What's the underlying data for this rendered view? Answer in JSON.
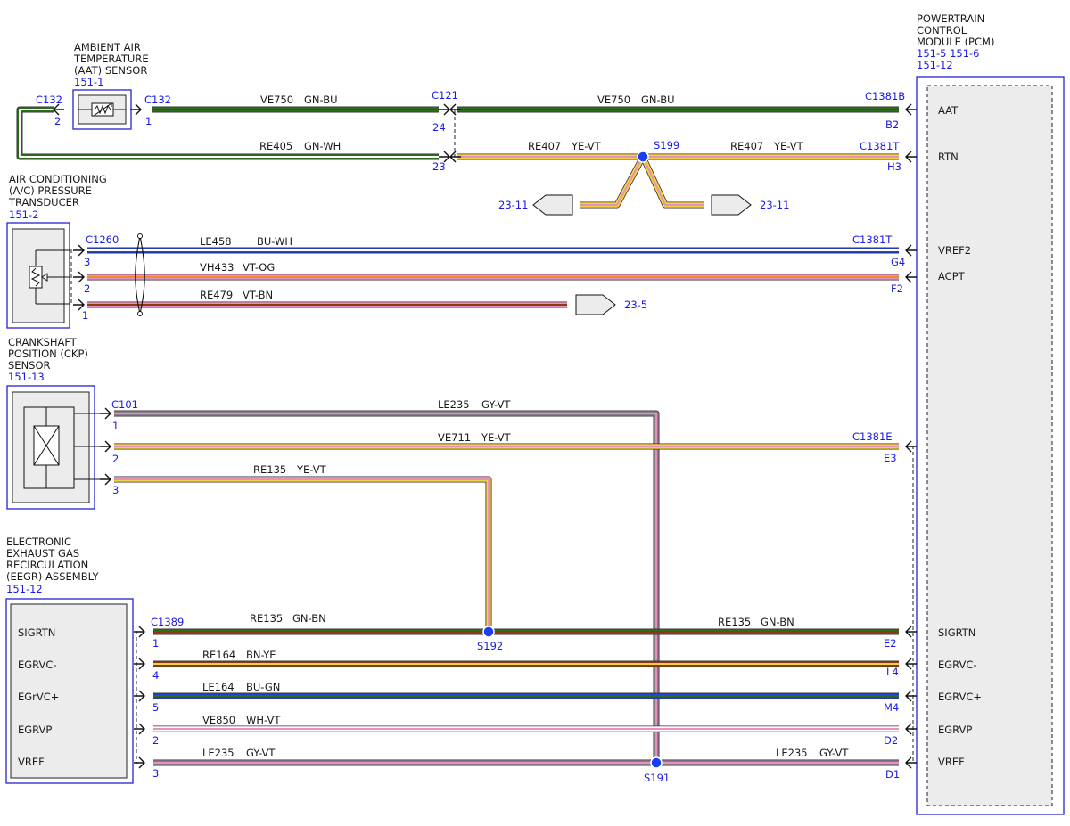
{
  "colors": {
    "GN": "#2e6b1e",
    "BU": "#1f3fd4",
    "WH": "#ffffff",
    "YE": "#f2d23c",
    "VT": "#e98ec0",
    "OG": "#f08a2a",
    "BN": "#8a3a10",
    "GY": "#8a7a8a",
    "label_blue": "#1a1ae6"
  },
  "components": {
    "aat": {
      "name": "AMBIENT AIR\nTEMPERATURE\n(AAT) SENSOR",
      "ref": "151-1",
      "icon": "thermistor-icon"
    },
    "acp": {
      "name": "AIR CONDITIONING\n(A/C) PRESSURE\nTRANSDUCER",
      "ref": "151-2",
      "icon": "pressure-transducer-icon"
    },
    "ckp": {
      "name": "CRANKSHAFT\nPOSITION (CKP)\nSENSOR",
      "ref": "151-13",
      "icon": "ckp-sensor-icon"
    },
    "eegr": {
      "name": "ELECTRONIC\nEXHAUST GAS\nRECIRCULATION\n(EEGR) ASSEMBLY",
      "ref": "151-12",
      "pins": [
        "SIGRTN",
        "EGRVC-",
        "EGrVC+",
        "EGRVP",
        "VREF"
      ]
    },
    "pcm": {
      "name": "POWERTRAIN\nCONTROL\nMODULE (PCM)",
      "ref": "151-5  151-6\n151-12",
      "pins": [
        "AAT",
        "RTN",
        "VREF2",
        "ACPT",
        "SIGRTN",
        "EGRVC-",
        "EGRVC+",
        "EGRVP",
        "VREF"
      ]
    }
  },
  "connectors": {
    "c132_left": "C132",
    "c132_left_pin": "2",
    "c132_right": "C132",
    "c132_right_pin": "1",
    "c121": "C121",
    "c121_pin_top": "24",
    "c121_pin_bottom": "23",
    "c1381b": "C1381B",
    "c1381b_pin": "B2",
    "c1381t_a": "C1381T",
    "c1381t_a_pin": "H3",
    "c1260": "C1260",
    "c1260_pins": [
      "3",
      "2",
      "1"
    ],
    "c1381t_b": "C1381T",
    "c1381t_b_pins": [
      "G4",
      "F2"
    ],
    "c101": "C101",
    "c101_pins": [
      "1",
      "2",
      "3"
    ],
    "c1381e": "C1381E",
    "c1381e_pin": "E3",
    "c1389": "C1389",
    "c1389_pins": [
      "1",
      "4",
      "5",
      "2",
      "3"
    ],
    "pcm_eegr_pins": [
      "E2",
      "L4",
      "M4",
      "D2",
      "D1"
    ]
  },
  "splices": {
    "s199": "S199",
    "s192": "S192",
    "s191": "S191"
  },
  "offpage": {
    "ref_a": "23-11",
    "ref_b": "23-11",
    "ref_c": "23-5"
  },
  "wires": {
    "ve750_a": {
      "circuit": "VE750",
      "color": "GN-BU"
    },
    "ve750_b": {
      "circuit": "VE750",
      "color": "GN-BU"
    },
    "re405": {
      "circuit": "RE405",
      "color": "GN-WH"
    },
    "re407_a": {
      "circuit": "RE407",
      "color": "YE-VT"
    },
    "re407_b": {
      "circuit": "RE407",
      "color": "YE-VT"
    },
    "le458": {
      "circuit": "LE458",
      "color": "BU-WH"
    },
    "vh433": {
      "circuit": "VH433",
      "color": "VT-OG"
    },
    "re479": {
      "circuit": "RE479",
      "color": "VT-BN"
    },
    "le235_a": {
      "circuit": "LE235",
      "color": "GY-VT"
    },
    "ve711": {
      "circuit": "VE711",
      "color": "YE-VT"
    },
    "re135_a": {
      "circuit": "RE135",
      "color": "YE-VT"
    },
    "re135_b": {
      "circuit": "RE135",
      "color": "GN-BN"
    },
    "re135_c": {
      "circuit": "RE135",
      "color": "GN-BN"
    },
    "re164": {
      "circuit": "RE164",
      "color": "BN-YE"
    },
    "le164": {
      "circuit": "LE164",
      "color": "BU-GN"
    },
    "ve850": {
      "circuit": "VE850",
      "color": "WH-VT"
    },
    "le235_b": {
      "circuit": "LE235",
      "color": "GY-VT"
    },
    "le235_c": {
      "circuit": "LE235",
      "color": "GY-VT"
    }
  }
}
